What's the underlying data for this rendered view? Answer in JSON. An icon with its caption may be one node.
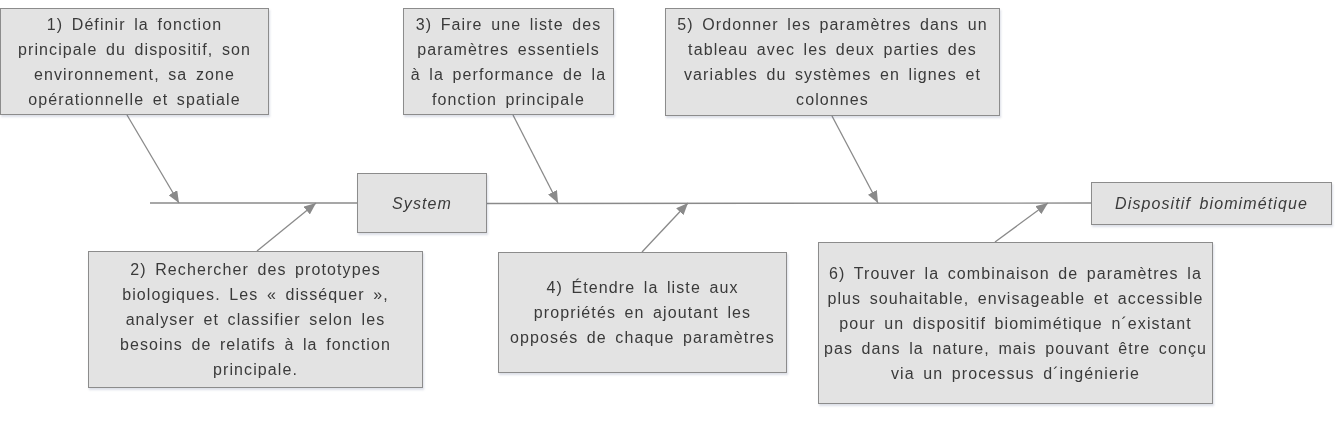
{
  "diagram": {
    "nodes": [
      {
        "text": [
          "1) Définir la fonction principale du dispositif, son environnement, sa zone opérationnelle et spatiale"
        ]
      },
      {
        "text": [
          "3) Faire une liste des paramètres essentiels à la performance de la fonction principale"
        ]
      },
      {
        "text": [
          "5) Ordonner les paramètres dans un tableau avec les deux parties des variables du systèmes en lignes et colonnes"
        ]
      },
      {
        "text": [
          "System"
        ]
      },
      {
        "text": [
          "Dispositif biomimétique"
        ]
      },
      {
        "text": [
          "2) Rechercher des prototypes biologiques. Les « disséquer », analyser et classifier selon les besoins de relatifs à la fonction principale."
        ]
      },
      {
        "text": [
          "4) Étendre la liste aux propriétés en ajoutant les opposés de chaque paramètres"
        ]
      },
      {
        "text": [
          "6) Trouver la combinaison de paramètres la plus souhaitable, envisageable et accessible pour un dispositif biomimétique n´existant pas dans la nature, mais pouvant être conçu via un processus d´ingénierie"
        ]
      }
    ],
    "edges": [
      {
        "from": null,
        "to": 3,
        "arrow": "none"
      },
      {
        "from": 3,
        "to": 4,
        "arrow": "none"
      },
      {
        "from": 0,
        "to": null,
        "arrow": "to"
      },
      {
        "from": 5,
        "to": null,
        "arrow": "to"
      },
      {
        "from": 1,
        "to": null,
        "arrow": "to"
      },
      {
        "from": 6,
        "to": null,
        "arrow": "to"
      },
      {
        "from": 2,
        "to": null,
        "arrow": "to"
      },
      {
        "from": 7,
        "to": null,
        "arrow": "to"
      }
    ]
  }
}
